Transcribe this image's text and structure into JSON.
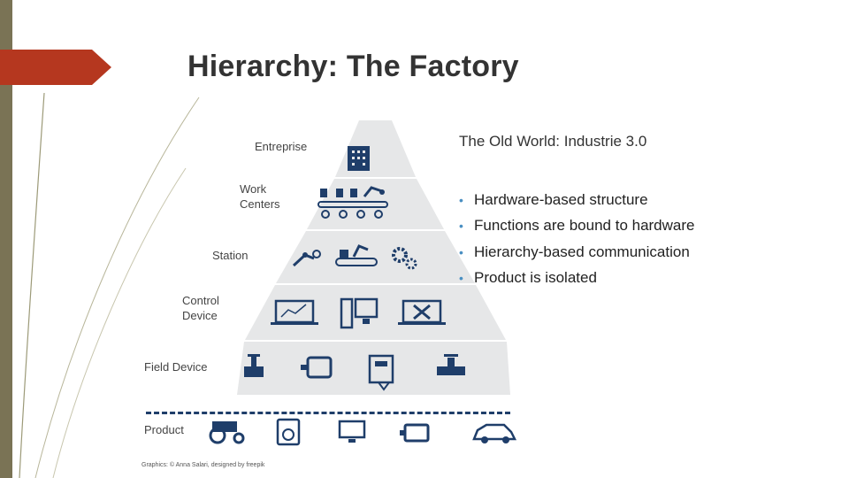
{
  "title": "Hierarchy: The Factory",
  "pyramid": {
    "levels": [
      {
        "label": "Entreprise",
        "icons": [
          "office-building-icon"
        ]
      },
      {
        "label": "Work\nCenters",
        "icons": [
          "conveyor-robot-arm-icon"
        ]
      },
      {
        "label": "Station",
        "icons": [
          "robot-arm-icon",
          "conveyor-icon",
          "gears-icon"
        ]
      },
      {
        "label": "Control\nDevice",
        "icons": [
          "laptop-chart-icon",
          "desktop-computer-icon",
          "laptop-tools-icon"
        ]
      },
      {
        "label": "Field Device",
        "icons": [
          "valve-icon",
          "motor-icon",
          "control-panel-icon",
          "pipe-valve-icon"
        ]
      }
    ],
    "product": {
      "label": "Product",
      "icons": [
        "tractor-icon",
        "washing-machine-icon",
        "monitor-icon",
        "engine-icon",
        "car-icon"
      ]
    }
  },
  "right": {
    "heading": "The Old World: Industrie 3.0",
    "bullets": [
      "Hardware-based structure",
      "Functions are bound to hardware",
      "Hierarchy-based communication",
      "Product is isolated"
    ]
  },
  "credit": "Graphics: © Anna Salari, designed by freepik",
  "colors": {
    "accent": "#b5371f",
    "sidebar": "#7a7355",
    "pyramid": "#e6e7e8",
    "icon": "#1f3e6a",
    "bullet": "#4a8fc2"
  }
}
